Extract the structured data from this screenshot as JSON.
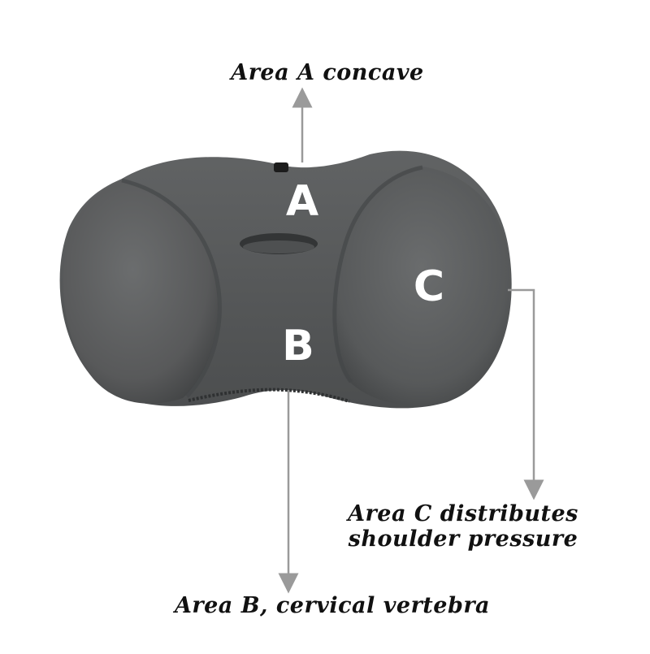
{
  "zones": {
    "a": "A",
    "b": "B",
    "c": "C"
  },
  "captions": {
    "area_a": "Area A concave",
    "area_b": "Area B, cervical vertebra",
    "area_c_line1": "Area C distributes",
    "area_c_line2": "shoulder pressure"
  },
  "colors": {
    "pillow": "#595b5c",
    "pillow_dark": "#3e4041",
    "arrow": "#9a9a9a",
    "letter": "#ffffff"
  }
}
